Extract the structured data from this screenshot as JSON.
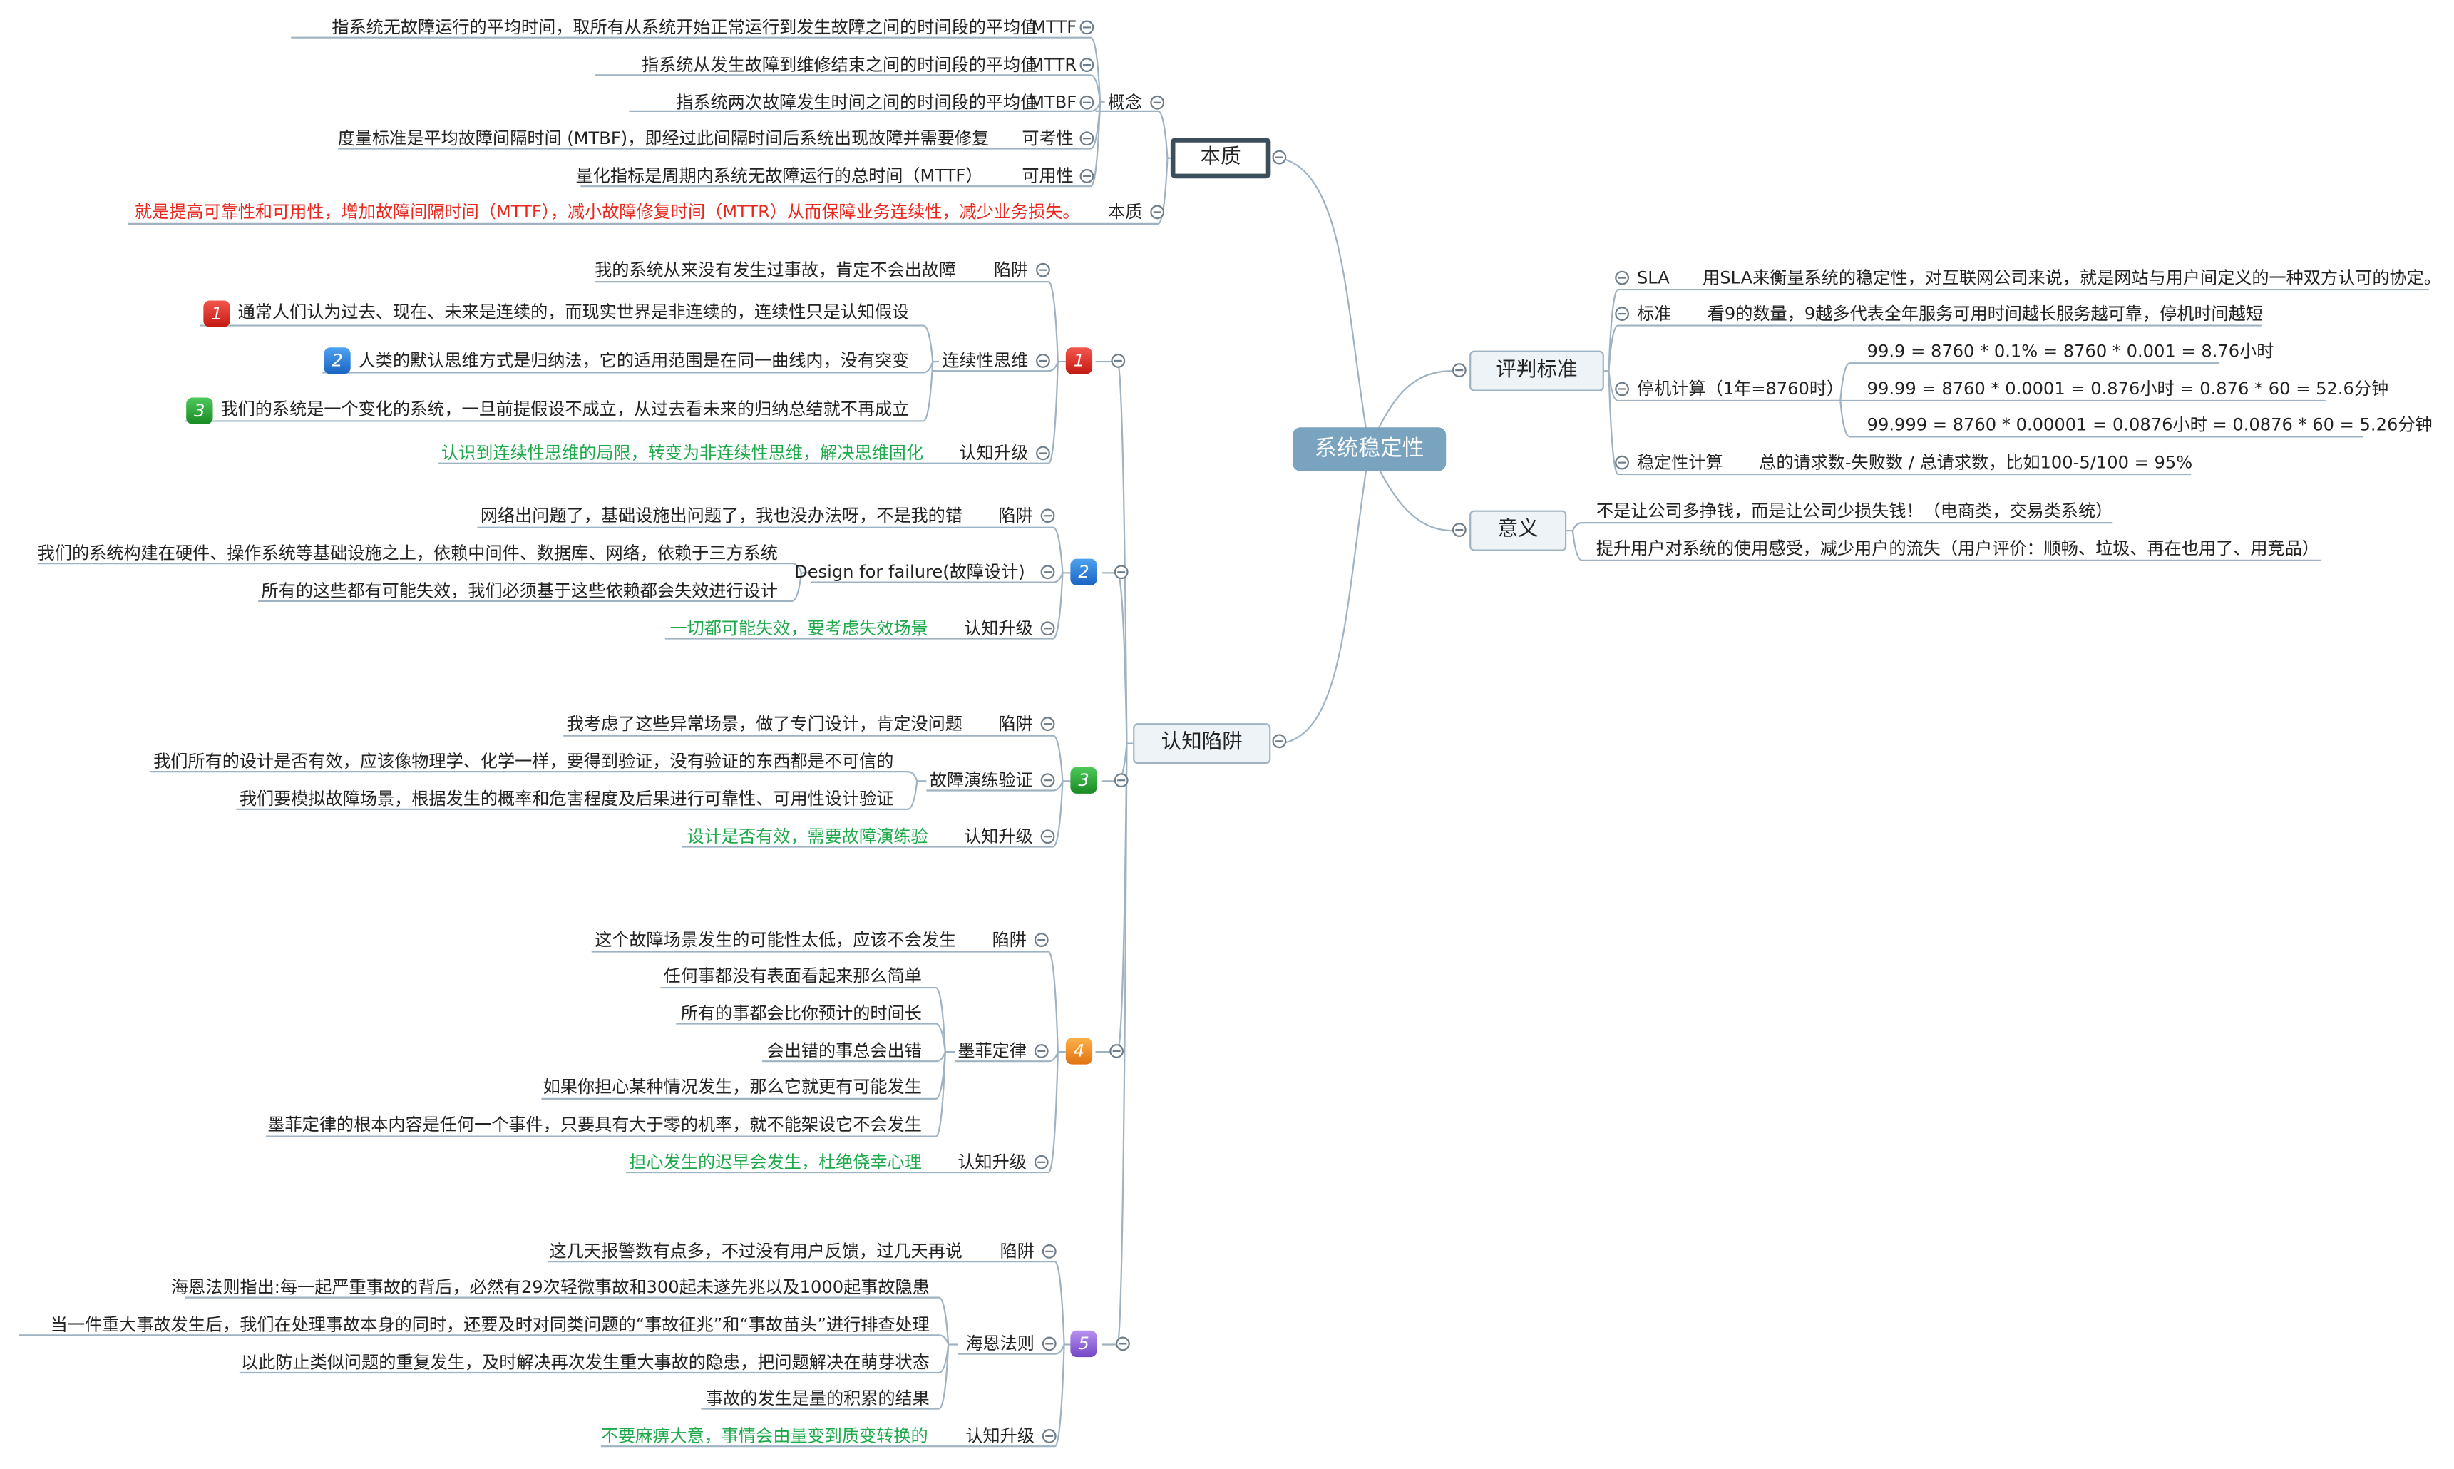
{
  "central": "系统稳定性",
  "benzhi": {
    "title": "本质",
    "gainian": {
      "label": "概念",
      "items": [
        {
          "label": "MTTF",
          "text": "指系统无故障运行的平均时间，取所有从系统开始正常运行到发生故障之间的时间段的平均值"
        },
        {
          "label": "MTTR",
          "text": "指系统从发生故障到维修结束之间的时间段的平均值"
        },
        {
          "label": "MTBF",
          "text": "指系统两次故障发生时间之间的时间段的平均值"
        },
        {
          "label": "可考性",
          "text": "度量标准是平均故障间隔时间 (MTBF)，即经过此间隔时间后系统出现故障并需要修复"
        },
        {
          "label": "可用性",
          "text": "量化指标是周期内系统无故障运行的总时间（MTTF）"
        }
      ]
    },
    "essence": {
      "label": "本质",
      "text": "就是提高可靠性和可用性，增加故障间隔时间（MTTF），减小故障修复时间（MTTR）从而保障业务连续性，减少业务损失。"
    }
  },
  "renzhi": {
    "title": "认知陷阱",
    "groups": [
      {
        "num": "1",
        "trap": {
          "label": "陷阱",
          "text": "我的系统从来没有发生过事故，肯定不会出故障"
        },
        "principle": "连续性思维",
        "details": [
          {
            "num": "1",
            "text": "通常人们认为过去、现在、未来是连续的，而现实世界是非连续的，连续性只是认知假设"
          },
          {
            "num": "2",
            "text": "人类的默认思维方式是归纳法，它的适用范围是在同一曲线内，没有突变"
          },
          {
            "num": "3",
            "text": "我们的系统是一个变化的系统，一旦前提假设不成立，从过去看未来的归纳总结就不再成立"
          }
        ],
        "upgrade": {
          "label": "认知升级",
          "text": "认识到连续性思维的局限，转变为非连续性思维，解决思维固化"
        }
      },
      {
        "num": "2",
        "trap": {
          "label": "陷阱",
          "text": "网络出问题了，基础设施出问题了，我也没办法呀，不是我的错"
        },
        "principle": "Design for failure(故障设计)",
        "details": [
          {
            "text": "我们的系统构建在硬件、操作系统等基础设施之上，依赖中间件、数据库、网络，依赖于三方系统"
          },
          {
            "text": "所有的这些都有可能失效，我们必须基于这些依赖都会失效进行设计"
          }
        ],
        "upgrade": {
          "label": "认知升级",
          "text": "一切都可能失效，要考虑失效场景"
        }
      },
      {
        "num": "3",
        "trap": {
          "label": "陷阱",
          "text": "我考虑了这些异常场景，做了专门设计，肯定没问题"
        },
        "principle": "故障演练验证",
        "details": [
          {
            "text": "我们所有的设计是否有效，应该像物理学、化学一样，要得到验证，没有验证的东西都是不可信的"
          },
          {
            "text": "我们要模拟故障场景，根据发生的概率和危害程度及后果进行可靠性、可用性设计验证"
          }
        ],
        "upgrade": {
          "label": "认知升级",
          "text": "设计是否有效，需要故障演练验"
        }
      },
      {
        "num": "4",
        "trap": {
          "label": "陷阱",
          "text": "这个故障场景发生的可能性太低，应该不会发生"
        },
        "principle": "墨菲定律",
        "details": [
          {
            "text": "任何事都没有表面看起来那么简单"
          },
          {
            "text": "所有的事都会比你预计的时间长"
          },
          {
            "text": "会出错的事总会出错"
          },
          {
            "text": "如果你担心某种情况发生，那么它就更有可能发生"
          },
          {
            "text": "墨菲定律的根本内容是任何一个事件，只要具有大于零的机率，就不能架设它不会发生"
          }
        ],
        "upgrade": {
          "label": "认知升级",
          "text": "担心发生的迟早会发生，杜绝侥幸心理"
        }
      },
      {
        "num": "5",
        "trap": {
          "label": "陷阱",
          "text": "这几天报警数有点多，不过没有用户反馈，过几天再说"
        },
        "principle": "海恩法则",
        "details": [
          {
            "text": "海恩法则指出:每一起严重事故的背后，必然有29次轻微事故和300起未遂先兆以及1000起事故隐患"
          },
          {
            "text": "当一件重大事故发生后，我们在处理事故本身的同时，还要及时对同类问题的“事故征兆”和“事故苗头”进行排查处理"
          },
          {
            "text": "以此防止类似问题的重复发生，及时解决再次发生重大事故的隐患，把问题解决在萌芽状态"
          },
          {
            "text": "事故的发生是量的积累的结果"
          }
        ],
        "upgrade": {
          "label": "认知升级",
          "text": "不要麻痹大意，事情会由量变到质变转换的"
        }
      }
    ]
  },
  "pingpan": {
    "title": "评判标准",
    "sla": {
      "label": "SLA",
      "text": "用SLA来衡量系统的稳定性，对互联网公司来说，就是网站与用户间定义的一种双方认可的协定。"
    },
    "standard": {
      "label": "标准",
      "text": "看9的数量，9越多代表全年服务可用时间越长服务越可靠，停机时间越短"
    },
    "downtime": {
      "label": "停机计算（1年=8760时）",
      "items": [
        "99.9 = 8760 * 0.1% = 8760 * 0.001 = 8.76小时",
        "99.99 = 8760 * 0.0001 = 0.876小时 = 0.876 * 60 = 52.6分钟",
        "99.999 = 8760 * 0.00001 = 0.0876小时 = 0.0876 * 60 = 5.26分钟"
      ]
    },
    "stability": {
      "label": "稳定性计算",
      "text": "总的请求数-失败数 / 总请求数，比如100-5/100 = 95%"
    }
  },
  "yiyi": {
    "title": "意义",
    "items": [
      "不是让公司多挣钱，而是让公司少损失钱！（电商类，交易类系统）",
      "提升用户对系统的使用感受，减少用户的流失（用户评价：顺畅、垃圾、再在也用了、用竞品）"
    ]
  },
  "colors": {
    "central": "#7aa3bf",
    "line": "#9fb2c2",
    "red": "#e8281e",
    "green": "#1eaa4b"
  }
}
